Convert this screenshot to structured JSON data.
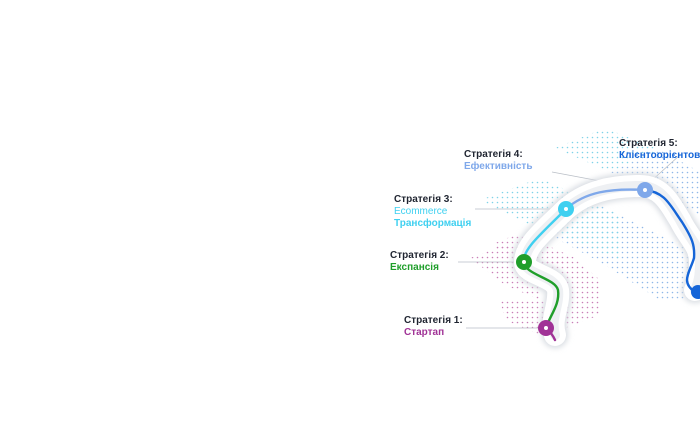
{
  "strategies": [
    {
      "title": "Стратегія 1:",
      "lines": [
        "Стартап"
      ],
      "color": "#a03296"
    },
    {
      "title": "Стратегія 2:",
      "lines": [
        "Експансія"
      ],
      "color": "#1f9e2a"
    },
    {
      "title": "Стратегія 3:",
      "lines": [
        "Ecommerce",
        "Трансформація"
      ],
      "color": "#3fd0f0"
    },
    {
      "title": "Стратегія 4:",
      "lines": [
        "Ефективність"
      ],
      "color": "#7fa8ea"
    },
    {
      "title": "Стратегія 5:",
      "lines": [
        "Клієнтоорієнтовність"
      ],
      "color": "#1565d8"
    }
  ]
}
